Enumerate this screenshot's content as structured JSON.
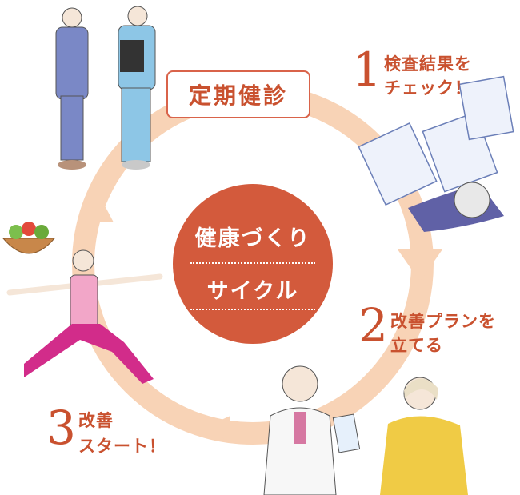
{
  "colors": {
    "accent": "#d35a3c",
    "text_accent": "#c9512f",
    "ring": "#f8d3b6",
    "white": "#ffffff"
  },
  "top_box": {
    "label": "定期健診"
  },
  "center": {
    "line1": "健康づくり",
    "line2": "サイクル"
  },
  "steps": [
    {
      "number": "1",
      "line1": "検査結果を",
      "line2": "チェック！"
    },
    {
      "number": "2",
      "line1": "改善プランを",
      "line2": "立てる"
    },
    {
      "number": "3",
      "line1": "改善",
      "line2": "スタート！"
    }
  ],
  "illustrations": [
    "couple-in-hospital-gowns-with-nurse",
    "person-reviewing-test-results",
    "doctor-consultation",
    "woman-yoga-pose",
    "vegetable-bowl"
  ]
}
